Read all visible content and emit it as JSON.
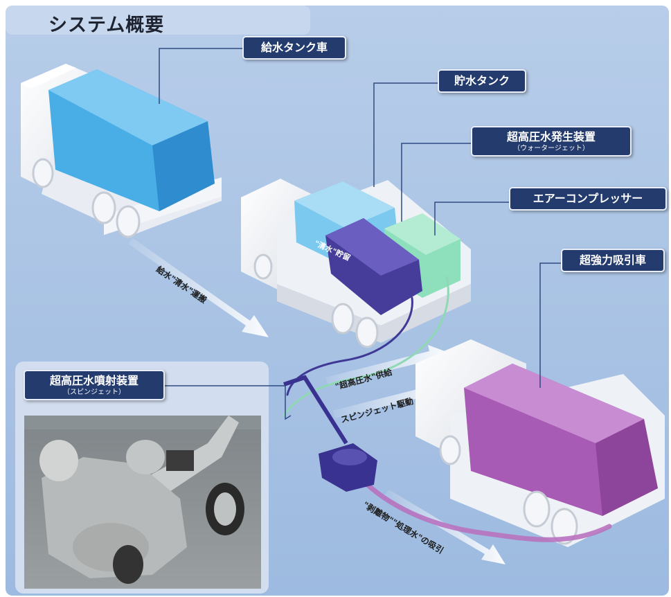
{
  "title": "システム概要",
  "labels": {
    "water_supply_truck": "給水タンク車",
    "storage_tank": "貯水タンク",
    "uhp_generator": "超高圧水発生装置",
    "uhp_generator_sub": "（ウォータージェット）",
    "air_compressor": "エアーコンプレッサー",
    "vacuum_truck": "超強力吸引車",
    "spin_jet_device": "超高圧水噴射装置",
    "spin_jet_device_sub": "（スピンジェット）"
  },
  "flows": {
    "supply": "給水\"清水\"運搬",
    "storage": "\"清水\"貯留",
    "uhp_supply": "\"超高圧水\"供給",
    "spin_drive": "スピンジェット駆動",
    "suction": "\"剥離物\"\"処理水\"の吸引"
  },
  "colors": {
    "background": "#a9c3e4",
    "label_fill": "#243b6e",
    "water_tank": "#4aaee6",
    "storage_tank": "#7cc9ef",
    "uhp_box": "#463c9a",
    "compressor": "#8ee0bd",
    "vacuum_tank": "#a85bb4"
  }
}
